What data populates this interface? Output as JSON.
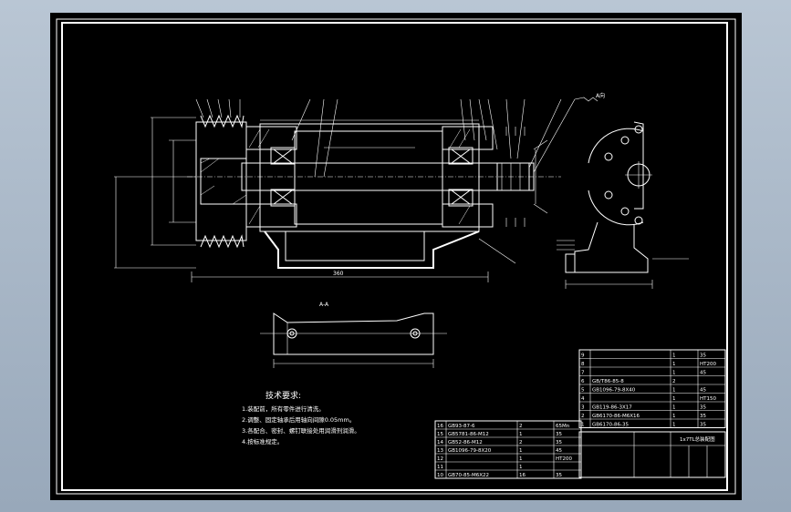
{
  "notes": {
    "heading": "技术要求:",
    "lines": [
      "1.装配前，所有零件进行清洗。",
      "2.调整、固定轴承后用轴向间隙0.05mm。",
      "3.各配合、密封、螺钉联接处用润滑剂润滑。",
      "4.按标准规定。"
    ]
  },
  "labels": {
    "length_dim": "360",
    "view_label": "A-A",
    "view_label_side": "A向",
    "drawing_name": "1x7TL总装配图"
  },
  "left_table": {
    "rows": [
      {
        "no": "16",
        "code": "GB93-87-6",
        "qty": "2",
        "mat": "65Mn"
      },
      {
        "no": "15",
        "code": "GB5781-86-M12",
        "qty": "1",
        "mat": "35"
      },
      {
        "no": "14",
        "code": "GB52-86-M12",
        "qty": "2",
        "mat": "35"
      },
      {
        "no": "13",
        "code": "GB1096-79-8X20",
        "qty": "1",
        "mat": "45"
      },
      {
        "no": "12",
        "code": "",
        "qty": "1",
        "mat": "HT200"
      },
      {
        "no": "11",
        "code": "",
        "qty": "1",
        "mat": ""
      },
      {
        "no": "10",
        "code": "GB70-85-M6X22",
        "qty": "16",
        "mat": "35"
      }
    ]
  },
  "right_table": {
    "rows": [
      {
        "no": "9",
        "code": "",
        "qty": "1",
        "mat": "35"
      },
      {
        "no": "8",
        "code": "",
        "qty": "1",
        "mat": "HT200"
      },
      {
        "no": "7",
        "code": "",
        "qty": "1",
        "mat": "45"
      },
      {
        "no": "6",
        "code": "GB/T86-85-8",
        "qty": "2",
        "mat": ""
      },
      {
        "no": "5",
        "code": "GB1096-79-8X40",
        "qty": "1",
        "mat": "45"
      },
      {
        "no": "4",
        "code": "",
        "qty": "1",
        "mat": "HT150"
      },
      {
        "no": "3",
        "code": "GB119-86-3X17",
        "qty": "1",
        "mat": "35"
      },
      {
        "no": "2",
        "code": "GB6170-86-M6X16",
        "qty": "1",
        "mat": "35"
      },
      {
        "no": "1",
        "code": "GB6170-86-35",
        "qty": "1",
        "mat": "35"
      }
    ]
  }
}
